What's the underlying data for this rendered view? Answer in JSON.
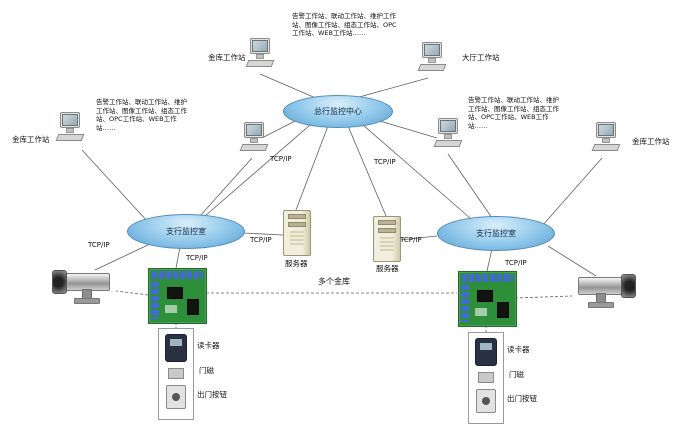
{
  "notes": {
    "top": "告警工作站、联动工作站、维护工作站、图像工作站、组态工作站、OPC工作站、WEB工作站……",
    "left": "告警工作站、联动工作站、维护工作站、图像工作站、组态工作站、OPC工作站、WEB工作站……",
    "right": "告警工作站、联动工作站、维护工作站、图像工作站、组态工作站、OPC工作站、WEB工作站……"
  },
  "nodes": {
    "center_cloud": "总行监控中心",
    "left_hub": "支行监控室",
    "right_hub": "支行监控室",
    "ws_top_left": "金库工作站",
    "ws_top_right": "大厅工作站",
    "ws_far_left": "金库工作站",
    "ws_far_right": "金库工作站",
    "server_left": "服务器",
    "server_right": "服务器",
    "multi_vault": "多个金库"
  },
  "links": {
    "tcpip": "TCP/IP"
  },
  "access_left": {
    "items": [
      "读卡器",
      "门磁",
      "出门按钮"
    ]
  },
  "access_right": {
    "items": [
      "读卡器",
      "门磁",
      "出门按钮"
    ]
  },
  "colors": {
    "hub_blue": "#8fc7ea",
    "pcb_green": "#2e8f3a",
    "server_beige": "#efecd8"
  }
}
